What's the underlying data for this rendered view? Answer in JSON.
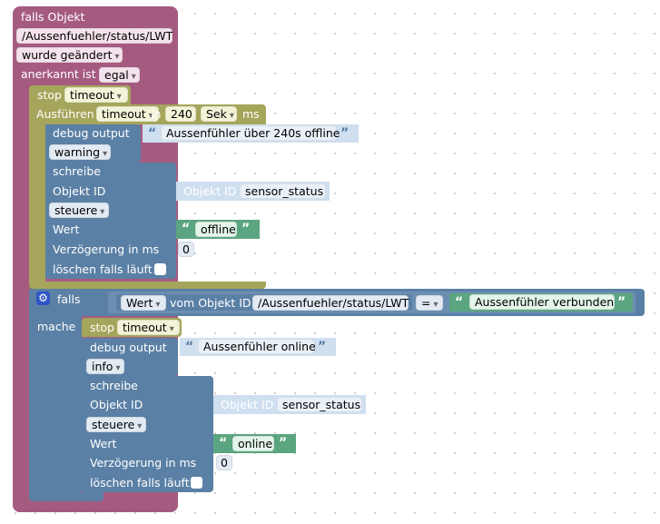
{
  "trigger": {
    "title": "falls Objekt",
    "object_id": "/Aussenfuehler/status/LWT",
    "condition": "wurde geändert",
    "ack_label": "anerkannt ist",
    "ack_value": "egal"
  },
  "stop_timeout_1": {
    "label": "stop",
    "timer": "timeout"
  },
  "exec": {
    "label": "Ausführen",
    "timer": "timeout",
    "in_label": "in",
    "delay": "240",
    "unit": "Sek",
    "ms_label": "ms"
  },
  "debug_1": {
    "label": "debug output",
    "text": "Aussenfühler über 240s offline",
    "level": "warning"
  },
  "write_1": {
    "label": "schreibe",
    "object_label": "Objekt ID",
    "object_ref_label": "Objekt ID",
    "object_ref_value": "sensor_status",
    "mode": "steuere",
    "value_label": "Wert",
    "value_text": "offline",
    "delay_label": "Verzögerung in ms",
    "delay_value": "0",
    "clear_label": "löschen falls läuft"
  },
  "if_block": {
    "if_label": "falls",
    "then_label": "mache",
    "value_dropdown": "Wert",
    "from_label": "vom Objekt ID",
    "object_id": "/Aussenfuehler/status/LWT",
    "operator": "=",
    "compare_text": "Aussenfühler verbunden"
  },
  "stop_timeout_2": {
    "label": "stop",
    "timer": "timeout"
  },
  "debug_2": {
    "label": "debug output",
    "text": "Aussenfühler online",
    "level": "info"
  },
  "write_2": {
    "label": "schreibe",
    "object_label": "Objekt ID",
    "object_ref_label": "Objekt ID",
    "object_ref_value": "sensor_status",
    "mode": "steuere",
    "value_label": "Wert",
    "value_text": "online",
    "delay_label": "Verzögerung in ms",
    "delay_value": "0",
    "clear_label": "löschen falls läuft"
  },
  "colors": {
    "event_block": "#a55b80",
    "timeout_block": "#a5a55b",
    "system_block": "#5b80a5",
    "text_block": "#5ba580",
    "gear": "#2f55c6"
  }
}
